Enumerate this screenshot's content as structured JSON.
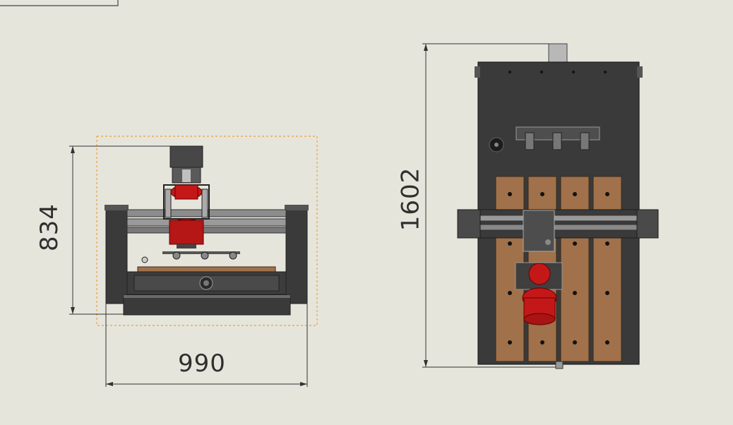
{
  "drawing": {
    "front_view": {
      "width_dimension": "990",
      "height_dimension": "834"
    },
    "top_view": {
      "depth_dimension": "1602"
    }
  },
  "colors": {
    "background": "#e6e5dc",
    "frame_dark": "#3a3a3a",
    "frame_mid": "#555555",
    "rail_light": "#9a9a9a",
    "spindle_red": "#c41818",
    "wood": "#a0714a",
    "dimension_line": "#333333",
    "selection_box": "#e8a040"
  }
}
